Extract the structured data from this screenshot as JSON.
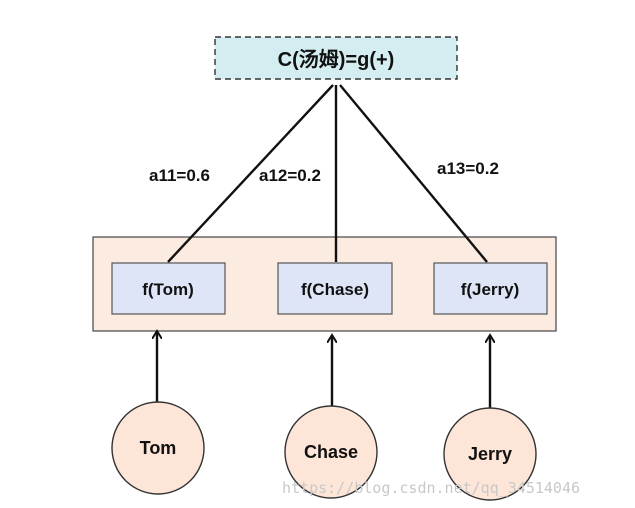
{
  "output": {
    "label": "C(汤姆)=g(+)"
  },
  "weights": [
    {
      "label": "a11=0.6"
    },
    {
      "label": "a12=0.2"
    },
    {
      "label": "a13=0.2"
    }
  ],
  "functions": [
    {
      "label": "f(Tom)"
    },
    {
      "label": "f(Chase)"
    },
    {
      "label": "f(Jerry)"
    }
  ],
  "inputs": [
    {
      "label": "Tom"
    },
    {
      "label": "Chase"
    },
    {
      "label": "Jerry"
    }
  ],
  "watermark": "https://blog.csdn.net/qq_34514046",
  "colors": {
    "output_fill": "#d4edf1",
    "container_fill": "#fcebe1",
    "function_fill": "#dde5f6",
    "input_fill": "#fde6d8",
    "stroke": "#111111"
  }
}
